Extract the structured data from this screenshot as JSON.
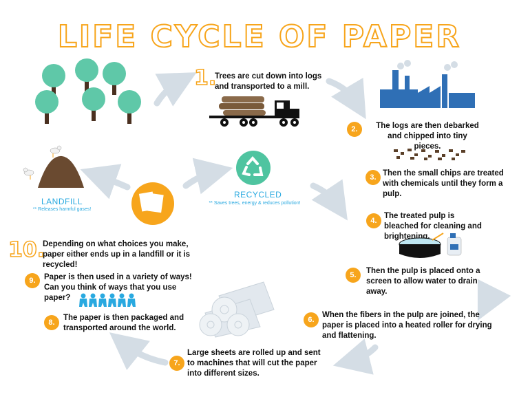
{
  "title": "LIFE CYCLE OF PAPER",
  "steps": [
    {
      "num": "1.",
      "text": "Trees are cut down into logs and transported to a mill."
    },
    {
      "num": "2.",
      "text": "The logs are then debarked and chipped into tiny pieces."
    },
    {
      "num": "3.",
      "text": "Then the small chips are treated with chemicals until they form a pulp."
    },
    {
      "num": "4.",
      "text": "The treated pulp is bleached for cleaning and brightening."
    },
    {
      "num": "5.",
      "text": "Then the pulp is placed onto a screen to allow water to drain away."
    },
    {
      "num": "6.",
      "text": "When the fibers in the pulp are joined, the paper is placed into a heated roller for drying and flattening."
    },
    {
      "num": "7.",
      "text": "Large sheets are rolled up and sent to machines that will cut the paper into different sizes."
    },
    {
      "num": "8.",
      "text": "The paper is then packaged and transported around the world."
    },
    {
      "num": "9.",
      "text": "Paper is then used in a variety of ways! Can you think of ways that you use paper?"
    },
    {
      "num": "10.",
      "text": "Depending on what choices you make, paper either ends up in a landfill or it is recycled!"
    }
  ],
  "landfill": {
    "label": "LANDFILL",
    "note": "** Releases harmful gases!"
  },
  "recycled": {
    "label": "RECYCLED",
    "note": "** Saves trees, energy & reduces pollution!"
  },
  "colors": {
    "accent": "#f7a51c",
    "blue": "#29a9e0",
    "tree": "#5fc8a8",
    "trunk": "#4a3020",
    "factory": "#2f6fb5",
    "recycle": "#4fc4a0",
    "arrow": "#d4dde5"
  }
}
